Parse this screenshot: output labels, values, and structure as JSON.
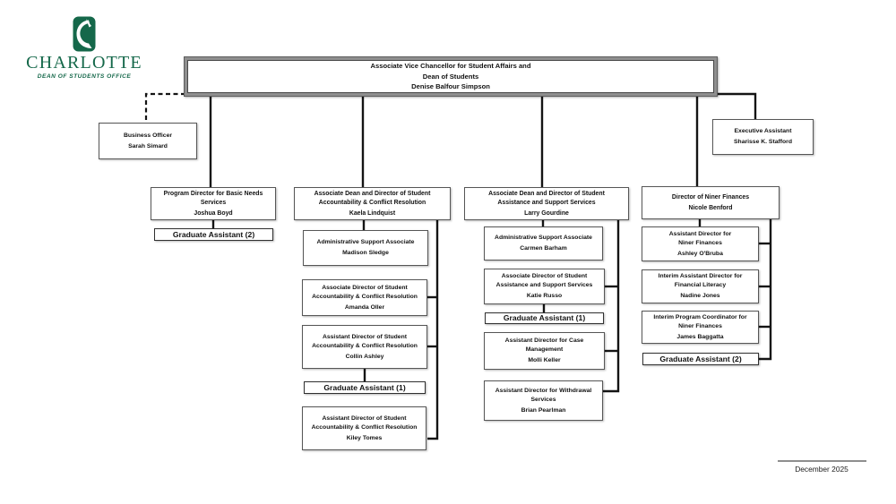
{
  "brand": {
    "wordmark": "CHARLOTTE",
    "tagline": "DEAN OF STUDENTS OFFICE",
    "green": "#15684a"
  },
  "footer": {
    "date": "December 2025"
  },
  "boxes": {
    "avc": {
      "title": "Associate Vice Chancellor for Student Affairs and Dean of Students",
      "person": "Denise Balfour Simpson"
    },
    "business_officer": {
      "title": "Business Officer",
      "person": "Sarah Simard"
    },
    "executive_assistant": {
      "title": "Executive Assistant",
      "person": "Sharisse K. Stafford"
    },
    "basic_needs_director": {
      "title": "Program Director for Basic Needs Services",
      "person": "Joshua Boyd"
    },
    "basic_needs_ga": {
      "title": "Graduate Assistant (2)"
    },
    "conduct_dean": {
      "title": "Associate Dean and Director of Student Accountability & Conflict Resolution",
      "person": "Kaela Lindquist"
    },
    "conduct_admin": {
      "title": "Administrative Support Associate",
      "person": "Madison Sledge"
    },
    "conduct_assoc_dir": {
      "title": "Associate Director of Student Accountability & Conflict Resolution",
      "person": "Amanda Oller"
    },
    "conduct_asst_dir1": {
      "title": "Assistant Director of Student Accountability & Conflict Resolution",
      "person": "Collin Ashley"
    },
    "conduct_ga": {
      "title": "Graduate Assistant (1)"
    },
    "conduct_asst_dir2": {
      "title": "Assistant Director of Student Accountability & Conflict Resolution",
      "person": "Kiley Tomes"
    },
    "sass_dean": {
      "title": "Associate Dean and Director of Student Assistance and Support Services",
      "person": "Larry Gourdine"
    },
    "sass_admin": {
      "title": "Administrative Support Associate",
      "person": "Carmen Barham"
    },
    "sass_assoc_dir": {
      "title": "Associate Director of Student Assistance and Support Services",
      "person": "Katie Russo"
    },
    "sass_ga": {
      "title": "Graduate Assistant (1)"
    },
    "case_mgmt_dir": {
      "title": "Assistant Director for Case Management",
      "person": "Molli Keller"
    },
    "withdrawal_dir": {
      "title": "Assistant Director for Withdrawal Services",
      "person": "Brian Pearlman"
    },
    "finances_dir": {
      "title": "Director of Niner Finances",
      "person": "Nicole Benford"
    },
    "finances_asst_dir": {
      "title": "Assistant Director for Niner Finances",
      "person": "Ashley O'Bruba"
    },
    "financial_literacy": {
      "title": "Interim Assistant Director for Financial Literacy",
      "person": "Nadine Jones"
    },
    "finances_coord": {
      "title": "Interim Program Coordinator for Niner Finances",
      "person": "James Baggatta"
    },
    "finances_ga": {
      "title": "Graduate Assistant (2)"
    }
  }
}
